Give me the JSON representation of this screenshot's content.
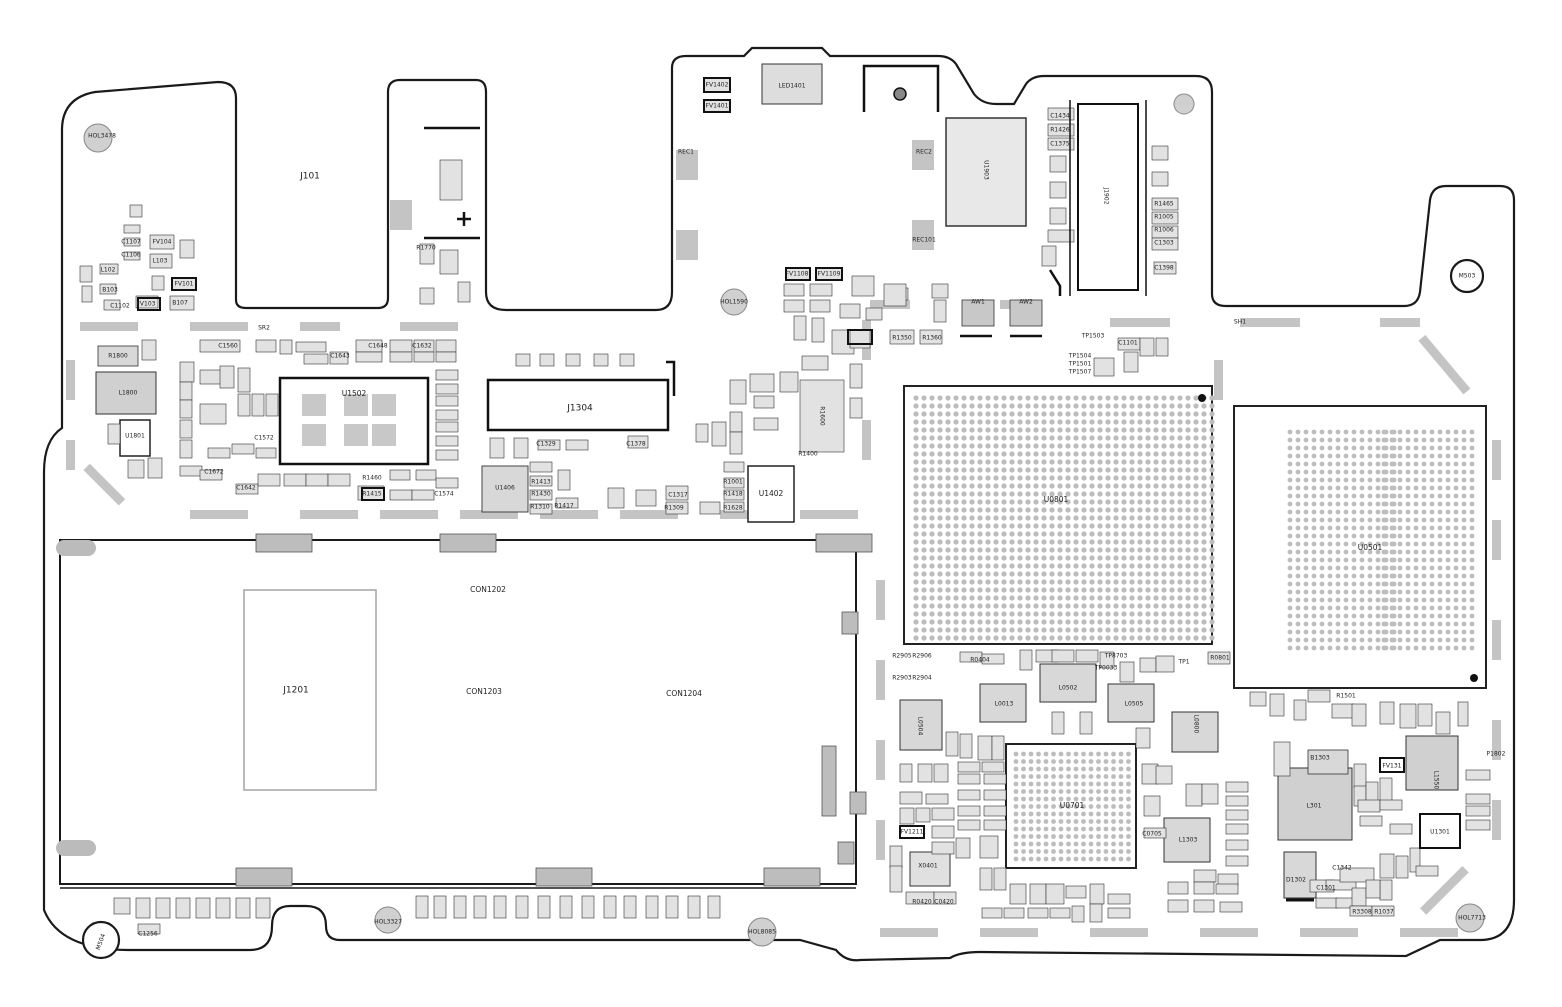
{
  "colors": {
    "outline": "#1a1a1a",
    "pad": "#c4c4c4",
    "pad_dark": "#8a8a8a",
    "component": "#e2e2e2",
    "component_border": "#333333",
    "ball": "#bdbdbd",
    "hole": "#d0d0d0"
  },
  "labels": {
    "j101": "J101",
    "j1201": "J1201",
    "con1202": "CON1202",
    "con1203": "CON1203",
    "con1204": "CON1204",
    "j1304": "J1304",
    "j1902": "J1902",
    "u1502": "U1502",
    "u0801": "U0801",
    "u0501": "U0501",
    "u0701": "U0701",
    "u1402": "U1402",
    "u1406": "U1406",
    "u1801": "U1801",
    "u1301": "U1301",
    "u1903": "U1903",
    "led1401": "LED1401",
    "fv1402": "FV1402",
    "fv1401": "FV1401",
    "rec1": "REC1",
    "rec2": "REC2",
    "rec101": "REC101",
    "aw1": "AW1",
    "aw2": "AW2",
    "sh1": "SH1",
    "sr2": "SR2",
    "hol3478": "HOL3478",
    "hol1590": "HOL1590",
    "hol3327": "HOL3327",
    "hol8085": "HOL8085",
    "hol7713": "HOL7713",
    "m503": "M503",
    "m504": "M504",
    "r1800": "R1800",
    "l1800": "L1800",
    "l102": "L102",
    "l103": "L103",
    "b103": "B103",
    "b107": "B107",
    "fv104": "FV104",
    "fv101": "FV101",
    "fv103": "FV103",
    "fv1108": "FV1108",
    "fv1109": "FV1109",
    "fv1211": "FV1211",
    "fv131": "FV131",
    "r1770": "R1770",
    "r1310": "R1310",
    "r1309": "R1309",
    "r1628": "R1628",
    "r1600": "R1600",
    "r1350": "R1350",
    "r1360": "R1360",
    "tp1": "TP1",
    "tp1503": "TP1503",
    "tp1504": "TP1504",
    "tp1501": "TP1501",
    "tp1507": "TP1507",
    "tp8703": "TP8703",
    "tp0033": "TP0033",
    "l0013": "L0013",
    "l0502": "L0502",
    "l0505": "L0505",
    "l0800": "L0800",
    "l0504": "L0504",
    "l1303": "L1303",
    "l301": "L301",
    "l1550": "L1550",
    "b1303": "B1303",
    "d1302": "D1302",
    "x0401": "X0401",
    "c1342": "C1342",
    "c1301": "C1301",
    "c1256": "C1256",
    "r3308": "R3308",
    "r1037": "R1037",
    "r1501": "R1501",
    "p1802": "P1802",
    "r2905": "R2905",
    "r2906": "R2906",
    "r2903": "R2903",
    "r2904": "R2904",
    "r0404": "R0404",
    "r0801": "R0801",
    "r0420": "R0420",
    "c0420": "C0420",
    "c0705": "C0705",
    "c1378": "C1378",
    "c1317": "C1317",
    "c1329": "C1329",
    "r1400": "R1400",
    "r1001": "R1001",
    "r1418": "R1418",
    "r1417": "R1417",
    "r1413": "R1413",
    "r1430": "R1430",
    "r1415": "R1415",
    "r1460": "R1460",
    "c1434": "C1434",
    "r1426": "R1426",
    "c1375": "C1375",
    "r1465": "R1465",
    "r1005": "R1005",
    "r1006": "R1006",
    "c1303": "C1303",
    "c1398": "C1398",
    "c1560": "C1560",
    "c1643": "C1643",
    "c1648": "C1648",
    "c1632": "C1632",
    "c1574": "C1574",
    "c1572": "C1572",
    "c1642": "C1642",
    "c1672": "C1672",
    "c1107": "C1107",
    "c1106": "C1106",
    "c1102": "C1102",
    "c1101": "C1101"
  }
}
